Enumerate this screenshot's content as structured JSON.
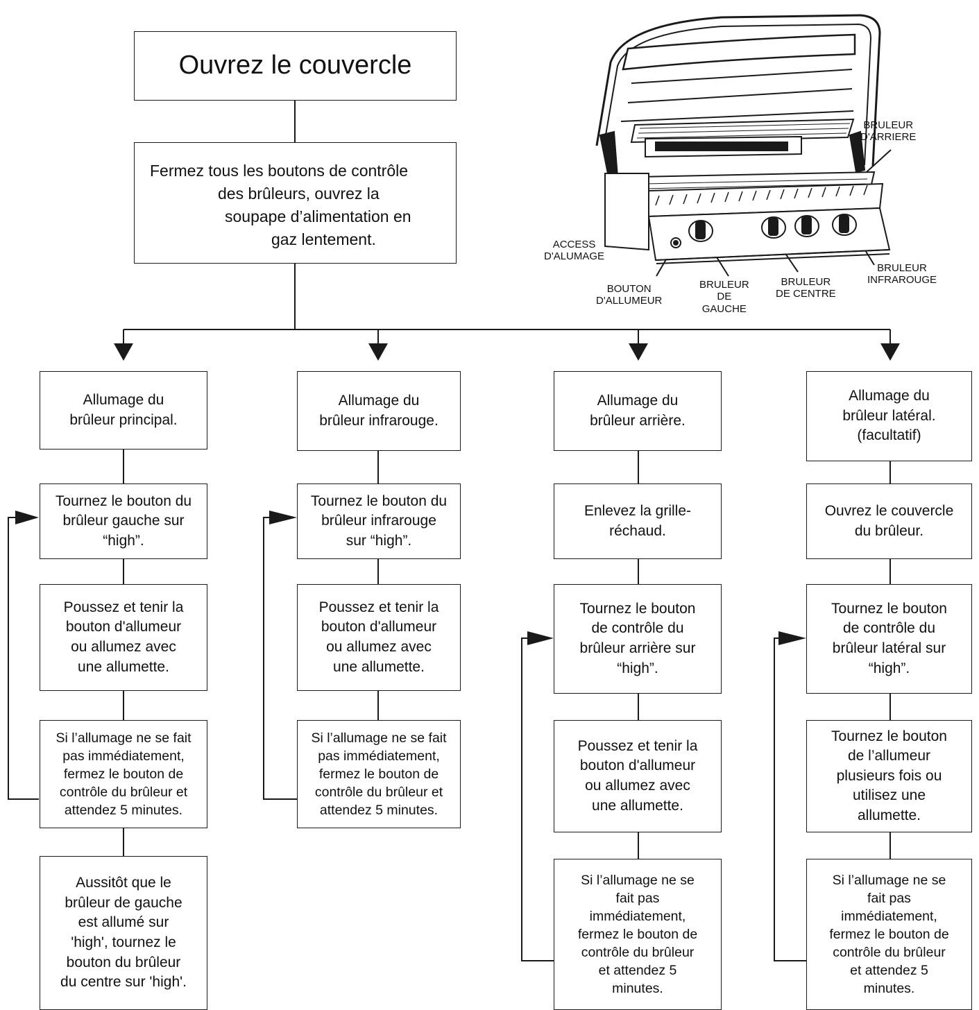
{
  "top": {
    "open_lid": "Ouvrez le couvercle",
    "warning_line1": "Fermez tous les boutons de contrôle",
    "warning_line2": "des brûleurs, ouvrez la",
    "warning_line3": "soupape d’alimentation en",
    "warning_line4": "gaz lentement."
  },
  "callouts": {
    "rear": "BRULEUR\nD'ARRIERE",
    "access": "ACCESS\nD'ALUMAGE",
    "igniter": "BOUTON\nD'ALLUMEUR",
    "left": "BRULEUR\nDE\nGAUCHE",
    "center": "BRULEUR\nDE CENTRE",
    "infrared": "BRULEUR\nINFRAROUGE"
  },
  "columns": [
    {
      "title": "Allumage du\nbrûleur principal.",
      "steps": [
        "Tournez le bouton du\nbrûleur gauche sur\n“high”.",
        "Poussez et tenir la\nbouton d'allumeur\nou allumez avec\nune allumette.",
        "Si l’allumage ne se fait\npas immédiatement,\nfermez le bouton de\ncontrôle du brûleur et\nattendez 5 minutes.",
        "Aussitôt que le\nbrûleur de gauche\nest allumé sur\n'high', tournez le\nbouton du brûleur\ndu centre sur 'high'."
      ]
    },
    {
      "title": "Allumage du\nbrûleur infrarouge.",
      "steps": [
        "Tournez le bouton du\nbrûleur infrarouge\nsur “high”.",
        "Poussez et tenir la\nbouton d'allumeur\nou allumez avec\nune allumette.",
        "Si l’allumage ne se fait\npas immédiatement,\nfermez le bouton de\ncontrôle du brûleur et\nattendez 5 minutes."
      ]
    },
    {
      "title": "Allumage du\nbrûleur arrière.",
      "steps": [
        "Enlevez la grille-\nréchaud.",
        "Tournez le bouton\nde contrôle du\nbrûleur arrière sur\n“high”.",
        "Poussez et tenir la\nbouton d'allumeur\nou allumez avec\nune allumette.",
        "Si l’allumage ne se\nfait pas\nimmédiatement,\nfermez le bouton de\ncontrôle du brûleur\net attendez 5\nminutes."
      ]
    },
    {
      "title": "Allumage du\nbrûleur latéral.\n(facultatif)",
      "steps": [
        "Ouvrez le couvercle\ndu brûleur.",
        "Tournez le bouton\nde contrôle du\nbrûleur latéral sur\n“high”.",
        "Tournez le bouton\nde  l’allumeur\nplusieurs fois ou\nutilisez une\nallumette.",
        "Si l’allumage ne se\nfait pas\nimmédiatement,\nfermez le bouton de\ncontrôle du brûleur\net attendez 5\nminutes."
      ]
    }
  ]
}
